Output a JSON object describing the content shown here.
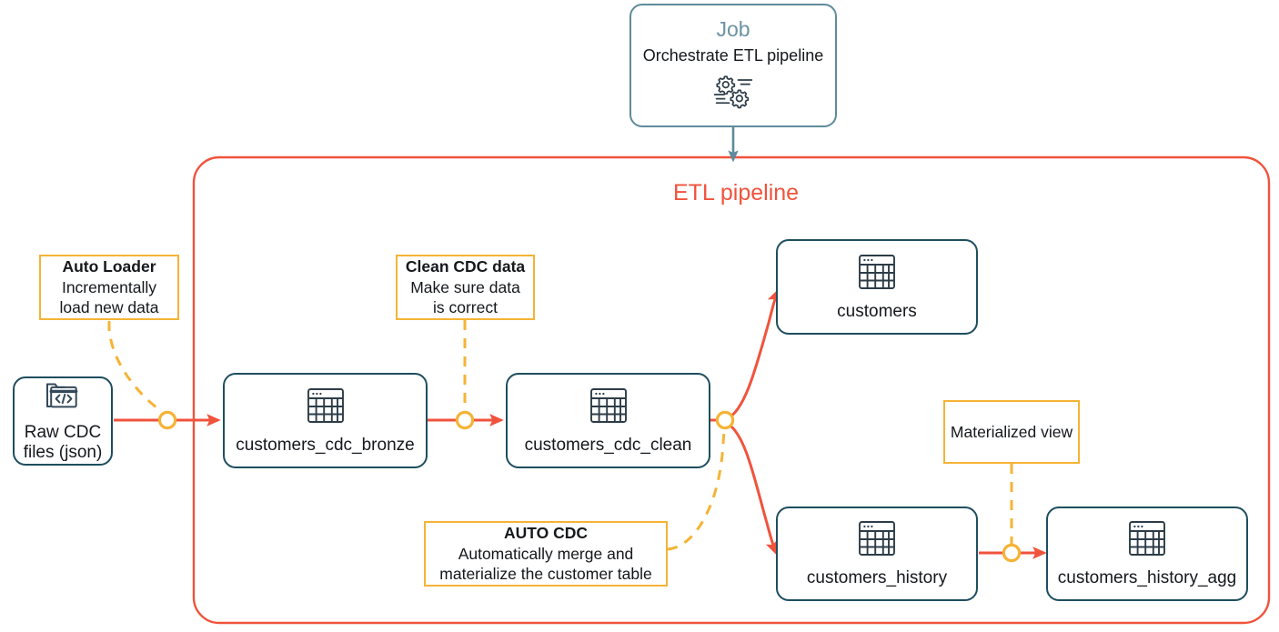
{
  "diagram": {
    "type": "flow-diagram",
    "title": "ETL pipeline",
    "colors": {
      "pipeline_border": "#f0533c",
      "pipeline_title": "#f0533c",
      "node_border": "#1e4e5f",
      "job_border": "#5f8b9c",
      "job_title": "#6b93a3",
      "annotation_border": "#f5b335",
      "flow_arrow": "#f0533c",
      "connector_dashed": "#f5b335",
      "node_circle": "#f5b335",
      "text": "#15181c",
      "background": "#ffffff"
    }
  },
  "job": {
    "title": "Job",
    "subtitle": "Orchestrate ETL pipeline",
    "icon": "gears-icon"
  },
  "pipeline": {
    "label": "ETL pipeline"
  },
  "nodes": {
    "raw_cdc": {
      "label_line1": "Raw CDC",
      "label_line2": "files (json)",
      "icon": "folder-code-icon"
    },
    "bronze": {
      "label": "customers_cdc_bronze",
      "icon": "table-icon"
    },
    "clean": {
      "label": "customers_cdc_clean",
      "icon": "table-icon"
    },
    "customers": {
      "label": "customers",
      "icon": "table-icon"
    },
    "history": {
      "label": "customers_history",
      "icon": "table-icon"
    },
    "history_agg": {
      "label": "customers_history_agg",
      "icon": "table-icon"
    }
  },
  "annotations": {
    "auto_loader": {
      "title": "Auto Loader",
      "line1": "Incrementally",
      "line2": "load new data"
    },
    "clean_cdc": {
      "title": "Clean CDC data",
      "line1": "Make sure data",
      "line2": "is correct"
    },
    "auto_cdc": {
      "title": "AUTO CDC",
      "line1": "Automatically merge and",
      "line2": "materialize the customer table"
    },
    "materialized_view": {
      "title": "Materialized view"
    }
  }
}
